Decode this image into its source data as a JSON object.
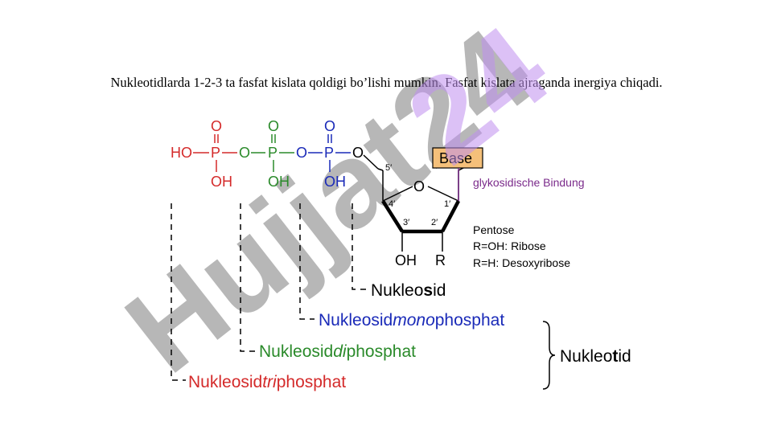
{
  "caption": "Nukleotidlarda  1-2-3 ta fasfat kislata qoldigi bo’lishi mumkin. Fasfat kislata ajraganda inergiya chiqadi.",
  "watermark": {
    "text": "Hujjat24",
    "color": "#b3b3b3",
    "accent": "#c090f0"
  },
  "colors": {
    "red": "#d42a2a",
    "green": "#2a8a2a",
    "blue": "#1a2ab8",
    "purple": "#7a2a8a",
    "base_fill": "#f5c07a",
    "black": "#000000"
  },
  "phosphates": {
    "p1": {
      "top": "O",
      "atom": "P",
      "bottom": "OH",
      "left": "HO"
    },
    "p2": {
      "top": "O",
      "atom": "P",
      "bottom": "OH",
      "left": "O"
    },
    "p3": {
      "top": "O",
      "atom": "P",
      "bottom": "OH",
      "left": "O"
    },
    "link_o": "O"
  },
  "sugar": {
    "ring_o": "O",
    "c5": "5′",
    "c4": "4′",
    "c3": "3′",
    "c2": "2′",
    "c1": "1′",
    "oh": "OH",
    "r": "R"
  },
  "base_label": "Base",
  "glycosidic": "glykosidische Bindung",
  "pentose": [
    "Pentose",
    "R=OH: Ribose",
    "R=H: Desoxyribose"
  ],
  "labels": {
    "nukleosid": {
      "pre": "Nukleo",
      "bold": "s",
      "post": "id"
    },
    "mono": {
      "pre": "Nukleosid",
      "ital": "mono",
      "post": "phosphat"
    },
    "di": {
      "pre": "Nukleosid",
      "ital": "di",
      "post": "phosphat"
    },
    "tri": {
      "pre": "Nukleosid",
      "ital": "tri",
      "post": "phosphat"
    },
    "nukleotid": {
      "pre": "Nukleo",
      "bold": "t",
      "post": "id"
    }
  }
}
